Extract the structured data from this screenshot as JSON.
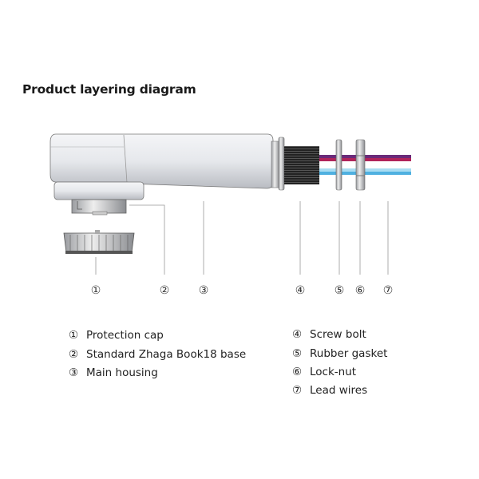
{
  "title": "Product layering diagram",
  "callouts": [
    "①",
    "②",
    "③",
    "④",
    "⑤",
    "⑥",
    "⑦"
  ],
  "legend_left": [
    {
      "num": "①",
      "label": "Protection cap"
    },
    {
      "num": "②",
      "label": "Standard Zhaga Book18 base"
    },
    {
      "num": "③",
      "label": "Main housing"
    }
  ],
  "legend_right": [
    {
      "num": "④",
      "label": "Screw bolt"
    },
    {
      "num": "⑤",
      "label": "Rubber gasket"
    },
    {
      "num": "⑥",
      "label": "Lock-nut"
    },
    {
      "num": "⑦",
      "label": "Lead wires"
    }
  ],
  "colors": {
    "wire_purple": "#6a2a7a",
    "wire_red": "#b0245a",
    "wire_blue": "#7ec8ea",
    "wire_skyblue": "#4fb0e0"
  }
}
